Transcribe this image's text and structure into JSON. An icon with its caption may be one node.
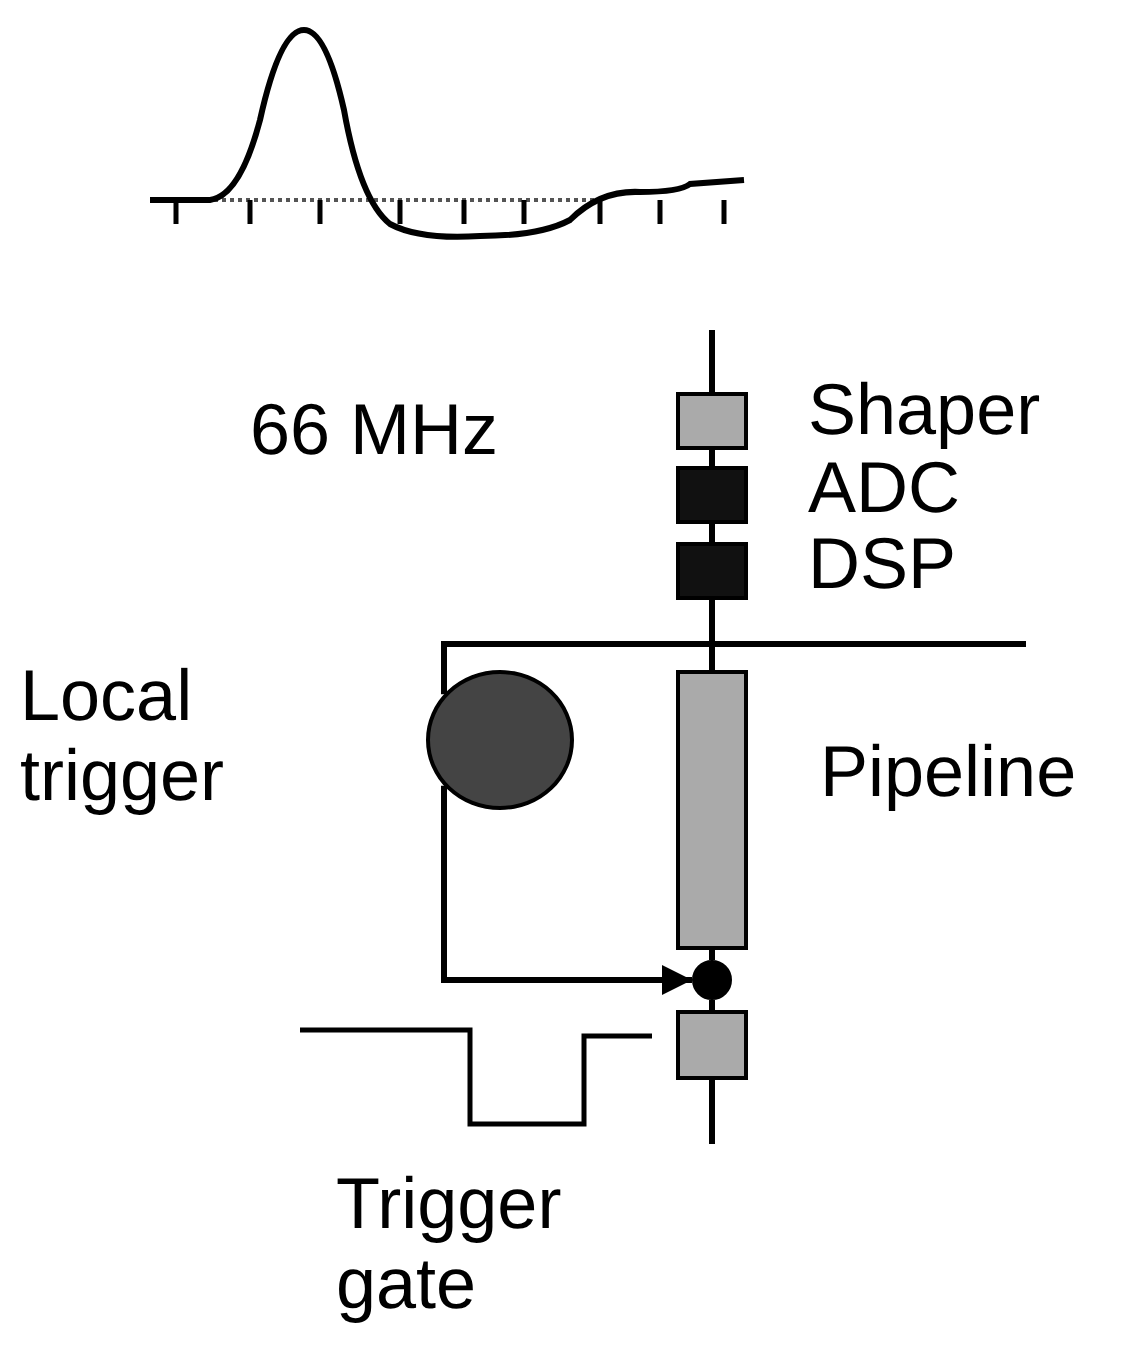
{
  "diagram": {
    "nodes": [
      {
        "text": [],
        "shape": "box",
        "beside": [
          "Shaper"
        ]
      },
      {
        "text": [],
        "shape": "box",
        "beside": [
          "ADC"
        ]
      },
      {
        "text": [],
        "shape": "box",
        "beside": [
          "DSP"
        ]
      },
      {
        "text": [],
        "shape": "box",
        "beside": [
          "Pipeline"
        ]
      },
      {
        "text": [],
        "shape": "ellipse",
        "beside": [
          "Local trigger"
        ]
      },
      {
        "text": [],
        "shape": "circle"
      },
      {
        "text": [],
        "shape": "box"
      }
    ],
    "edges": [
      {
        "from": null,
        "to": 0,
        "arrow": "none"
      },
      {
        "from": 0,
        "to": 1,
        "arrow": "none"
      },
      {
        "from": 1,
        "to": 2,
        "arrow": "none"
      },
      {
        "from": 2,
        "to": 3,
        "arrow": "none"
      },
      {
        "from": 3,
        "to": 5,
        "arrow": "none"
      },
      {
        "from": 5,
        "to": 6,
        "arrow": "none"
      },
      {
        "from": 6,
        "to": null,
        "arrow": "none"
      },
      {
        "from": 2,
        "to": 4,
        "arrow": "none"
      },
      {
        "from": 4,
        "to": 5,
        "arrow": "to"
      }
    ],
    "labels": [
      "66 MHz",
      "Trigger gate"
    ]
  }
}
